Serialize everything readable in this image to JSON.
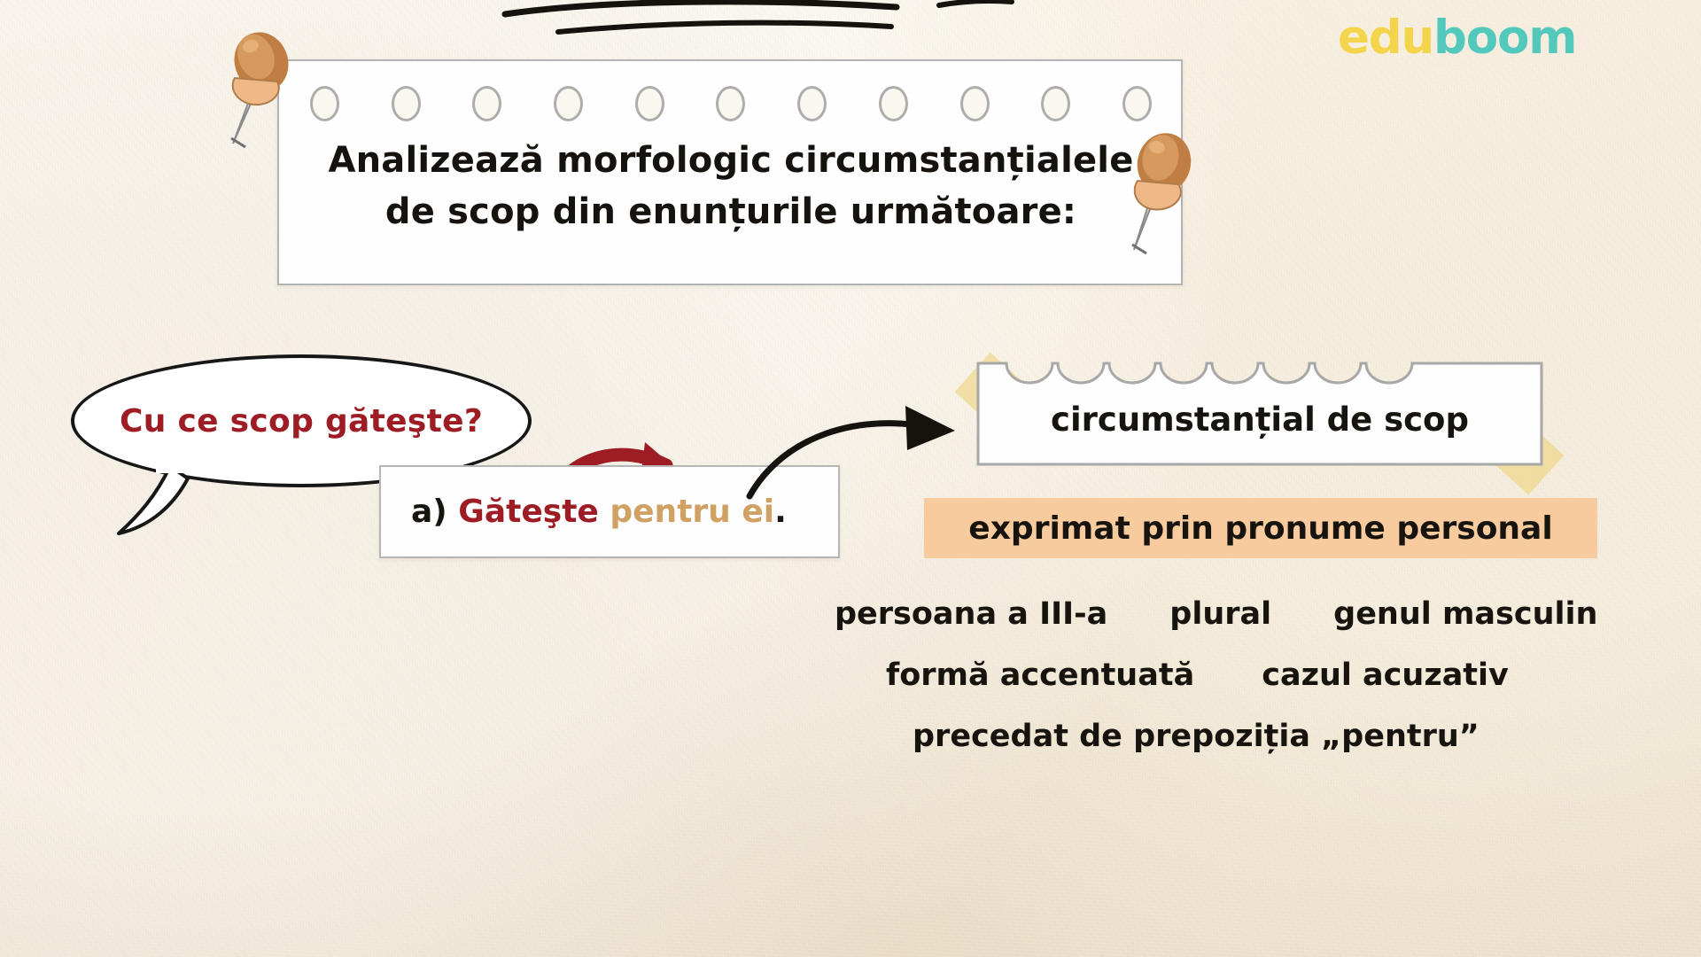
{
  "brand": {
    "part1": "edu",
    "part2": "boom",
    "color1": "#f3d44b",
    "color2": "#53c8bc"
  },
  "title_card": {
    "line1": "Analizează morfologic circumstanțialele",
    "line2": "de scop din enunțurile următoare:",
    "hole_count": 11
  },
  "question_bubble": {
    "text": "Cu ce scop găteşte?",
    "color": "#9e1c24"
  },
  "sentence": {
    "marker": "a)",
    "verb": "Găteşte",
    "complement": "pentru ei",
    "period": ".",
    "marker_color": "#17140f",
    "verb_color": "#9e1c24",
    "complement_color": "#d0a163"
  },
  "result_card": {
    "label": "circumstanțial de scop"
  },
  "banner": {
    "text": "exprimat prin pronume personal",
    "bg": "#f7cb9e"
  },
  "tags": {
    "highlight_color": "#f7cb9e",
    "rows": [
      [
        "persoana a III-a",
        "plural",
        "genul masculin"
      ],
      [
        "formă accentuată",
        "cazul acuzativ"
      ],
      [
        "precedat de prepoziția „pentru”"
      ]
    ]
  }
}
